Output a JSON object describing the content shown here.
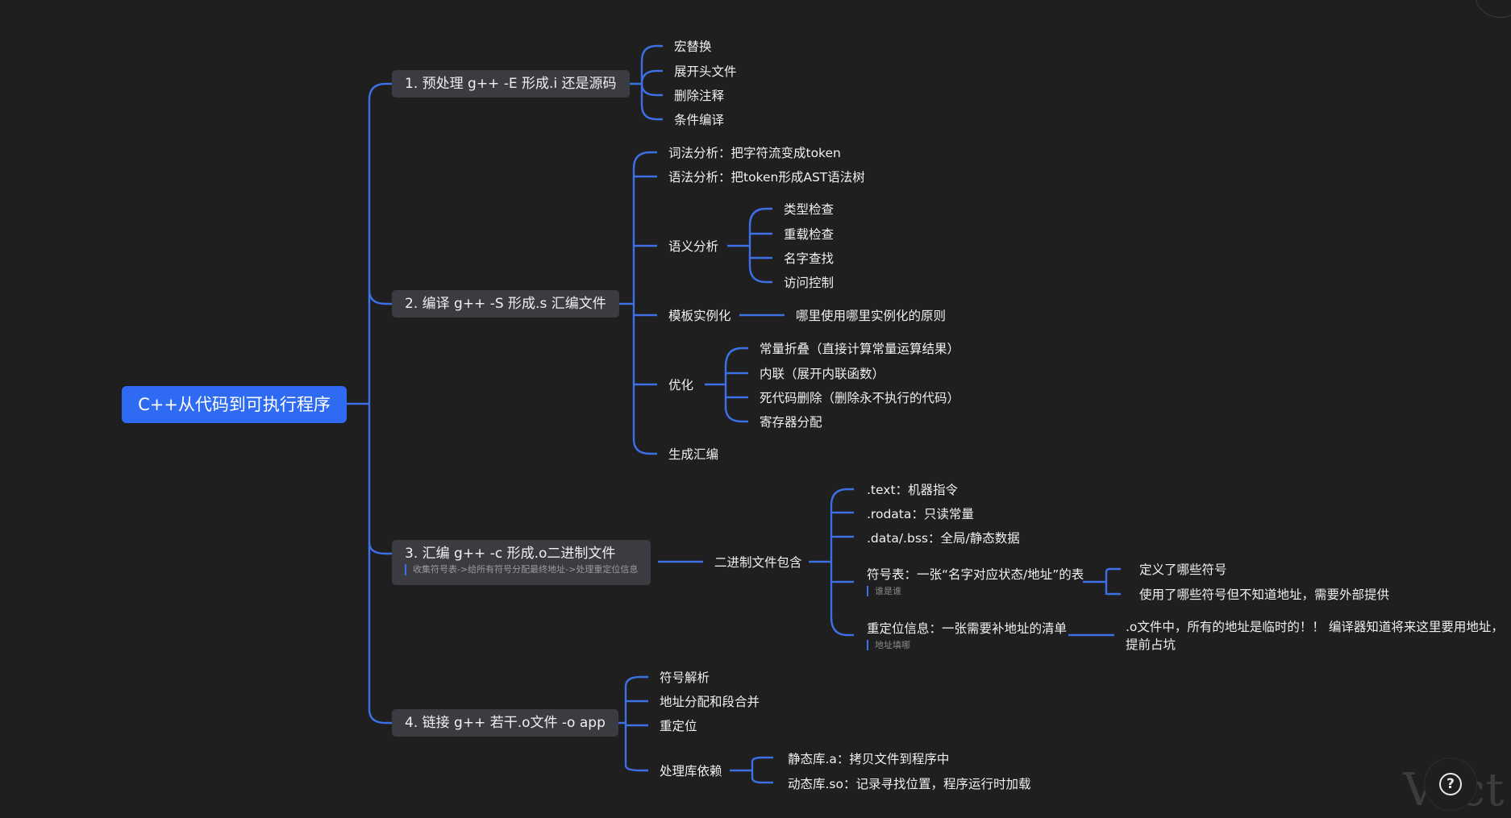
{
  "root": "C++从代码到可执行程序",
  "branches": [
    {
      "title": "1. 预处理 g++ -E 形成.i 还是源码",
      "children": [
        "宏替换",
        "展开头文件",
        "删除注释",
        "条件编译"
      ]
    },
    {
      "title": "2. 编译 g++ -S 形成.s  汇编文件",
      "children": [
        "词法分析：把字符流变成token",
        "语法分析：把token形成AST语法树",
        {
          "label": "语义分析",
          "children": [
            "类型检查",
            "重载检查",
            "名字查找",
            "访问控制"
          ]
        },
        {
          "label": "模板实例化",
          "children": [
            "哪里使用哪里实例化的原则"
          ]
        },
        {
          "label": "优化",
          "children": [
            "常量折叠（直接计算常量运算结果）",
            "内联（展开内联函数）",
            "死代码删除（删除永不执行的代码）",
            "寄存器分配"
          ]
        },
        "生成汇编"
      ]
    },
    {
      "title": "3. 汇编 g++ -c 形成.o二进制文件",
      "note": "收集符号表->给所有符号分配最终地址->处理重定位信息",
      "children": [
        {
          "label": "二进制文件包含",
          "children": [
            ".text：机器指令",
            ".rodata：只读常量",
            ".data/.bss：全局/静态数据",
            {
              "label": "符号表：一张“名字对应状态/地址”的表",
              "note": "谁是谁",
              "children": [
                "定义了哪些符号",
                "使用了哪些符号但不知道地址，需要外部提供"
              ]
            },
            {
              "label": "重定位信息：一张需要补地址的清单",
              "note": "地址填哪",
              "children": [
                ".o文件中，所有的地址是临时的！！ 编译器知道将来这里要用地址，提前占坑"
              ]
            }
          ]
        }
      ]
    },
    {
      "title": "4. 链接 g++ 若干.o文件 -o app",
      "children": [
        "符号解析",
        "地址分配和段合并",
        "重定位",
        {
          "label": "处理库依赖",
          "children": [
            "静态库.a：拷贝文件到程序中",
            "动态库.so：记录寻找位置，程序运行时加载"
          ]
        }
      ]
    }
  ],
  "help_icon": "question-mark-icon",
  "watermark": "Vect",
  "colors": {
    "background": "#1f1f1f",
    "connector": "#3d6fe6",
    "root": "#2f6bf2",
    "branch": "#3a3c41"
  }
}
